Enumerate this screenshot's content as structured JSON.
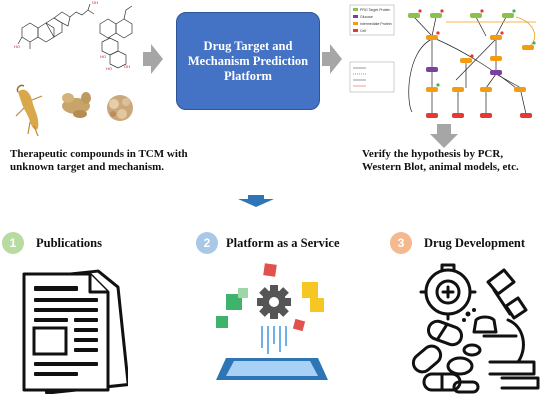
{
  "top": {
    "platform_label": "Drug Target and Mechanism Prediction Platform",
    "left_caption": "Therapeutic compounds in TCM with unknown target and mechanism.",
    "right_caption": "Verify the hypothesis by PCR, Western Blot, animal models, etc.",
    "pathway_legend": [
      "PRO Target Protein",
      "Glucose",
      "Intermediate Protein",
      "Cell"
    ]
  },
  "steps": [
    {
      "number": "1",
      "title": "Publications",
      "color": "#b7dba0"
    },
    {
      "number": "2",
      "title": "Platform as a Service",
      "color": "#a9c8e8"
    },
    {
      "number": "3",
      "title": "Drug Development",
      "color": "#f4b98e"
    }
  ],
  "colors": {
    "platform_fill": "#4472c4",
    "arrow_gray": "#a6a6a6",
    "down_arrow": "#2e75b6",
    "cloud_blue": "#2e75b6"
  }
}
